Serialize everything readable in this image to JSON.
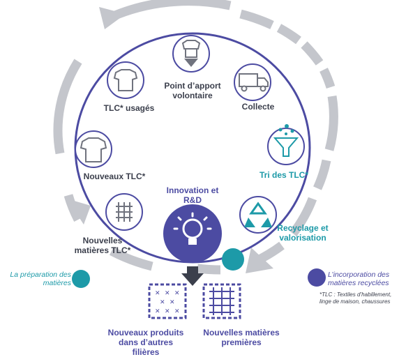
{
  "nodes": {
    "point_apport": "Point d’apport volontaire",
    "collecte": "Collecte",
    "tri": "Tri des TLC*",
    "recyclage": "Recyclage et valorisation",
    "tlc_usages": "TLC* usagés",
    "nouveaux_tlc": "Nouveaux TLC*",
    "nouvelles_matieres_tlc": "Nouvelles matières TLC*",
    "innovation": "Innovation et R&D",
    "nouveaux_produits": "Nouveaux produits dans d’autres filières",
    "nouvelles_matieres_premieres": "Nouvelles matières premières"
  },
  "legend": {
    "preparation": "La préparation des matières",
    "incorporation": "L’incorporation des matières recyclées"
  },
  "footnote": "*TLC : Textiles d’habillement, linge de maison, chaussures",
  "colors": {
    "ring": "#4c4ba2",
    "teal": "#1d9aa8",
    "arrow_gray": "#c4c6cc",
    "icon_gray": "#70737e",
    "text_dark": "#3b3f4c"
  }
}
